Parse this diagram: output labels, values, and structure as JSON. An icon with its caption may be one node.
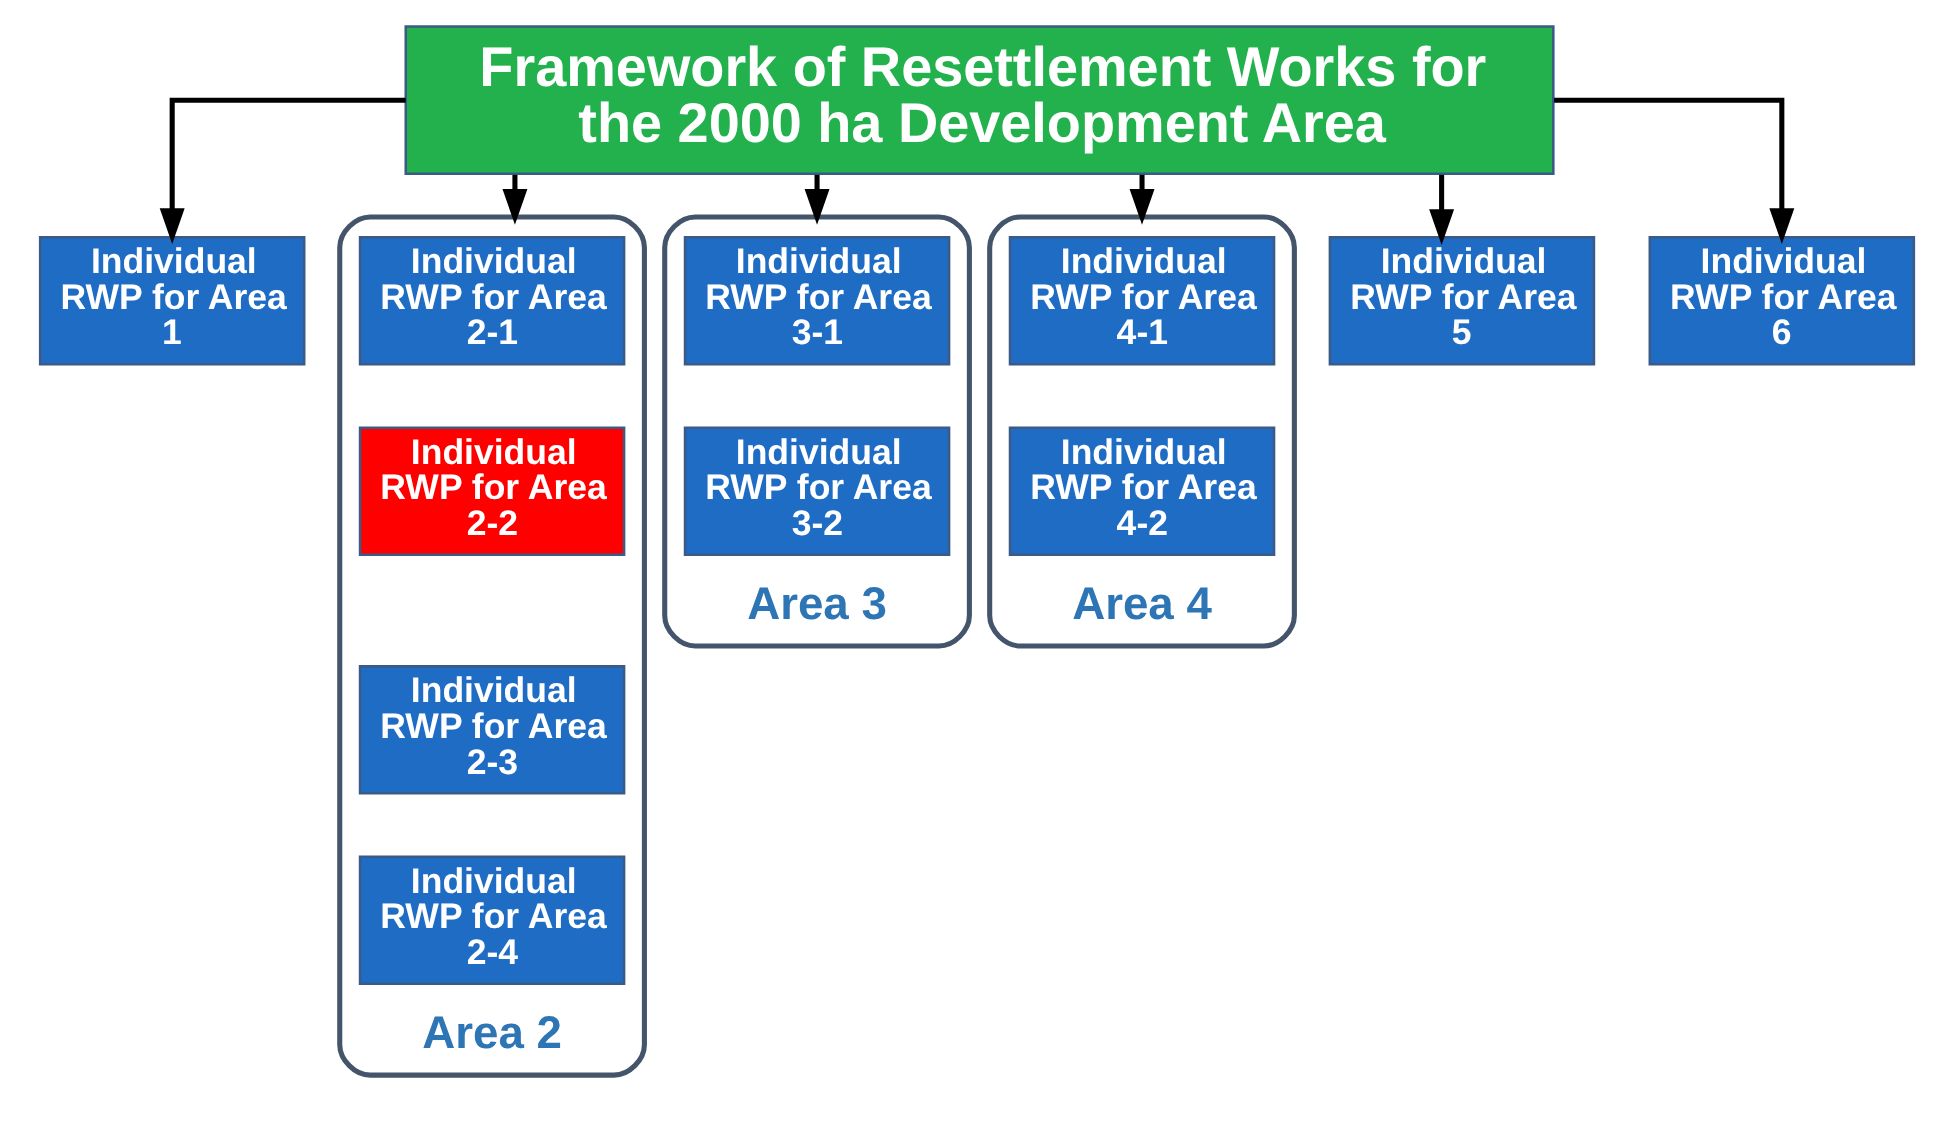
{
  "diagram": {
    "nodes": [
      {
        "text": [
          "Framework of Resettlement Works for the 2000 ha Development Area"
        ]
      },
      {
        "text": [
          "Individual RWP for Area 1"
        ]
      },
      {
        "text": [
          "Area 2"
        ]
      },
      {
        "text": [
          "Individual RWP for Area 2-1"
        ],
        "in": 2
      },
      {
        "text": [
          "Individual RWP for Area 2-2"
        ],
        "in": 2
      },
      {
        "text": [
          "Individual RWP for Area 2-3"
        ],
        "in": 2
      },
      {
        "text": [
          "Individual RWP for Area 2-4"
        ],
        "in": 2
      },
      {
        "text": [
          "Area 3"
        ]
      },
      {
        "text": [
          "Individual RWP for Area 3-1"
        ],
        "in": 7
      },
      {
        "text": [
          "Individual RWP for Area 3-2"
        ],
        "in": 7
      },
      {
        "text": [
          "Area 4"
        ]
      },
      {
        "text": [
          "Individual RWP for Area 4-1"
        ],
        "in": 10
      },
      {
        "text": [
          "Individual RWP for Area 4-2"
        ],
        "in": 10
      },
      {
        "text": [
          "Individual RWP for Area 5"
        ]
      },
      {
        "text": [
          "Individual RWP for Area 6"
        ]
      }
    ],
    "edges": [
      {
        "from": 0,
        "to": 1,
        "arrow": "to"
      },
      {
        "from": 0,
        "to": 2,
        "arrow": "to"
      },
      {
        "from": 0,
        "to": 7,
        "arrow": "to"
      },
      {
        "from": 0,
        "to": 10,
        "arrow": "to"
      },
      {
        "from": 0,
        "to": 13,
        "arrow": "to"
      },
      {
        "from": 0,
        "to": 14,
        "arrow": "to"
      }
    ]
  }
}
